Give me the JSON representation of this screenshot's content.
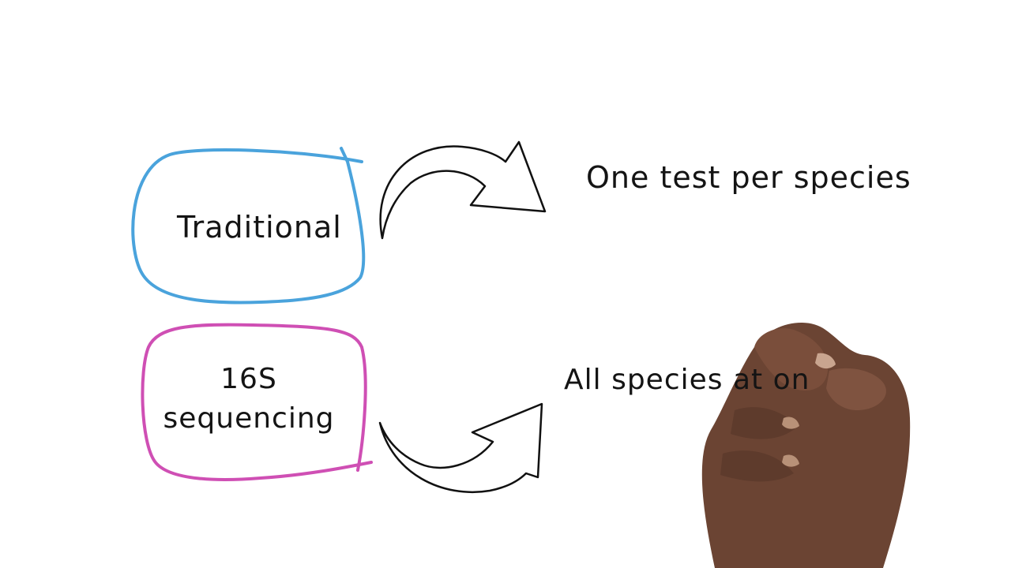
{
  "nodes": {
    "traditional": {
      "label": "Traditional",
      "outline_color": "#4aa3dc"
    },
    "sequencing": {
      "line1": "16S",
      "line2": "sequencing",
      "outline_color": "#cf4fb4"
    }
  },
  "outcomes": {
    "traditional": "One test per species",
    "sequencing": "All species at on"
  },
  "icons": {
    "top_arrow": "curved-arrow-up-right",
    "bottom_arrow": "curved-arrow-up-right",
    "hand": "hand-holding-marker"
  }
}
